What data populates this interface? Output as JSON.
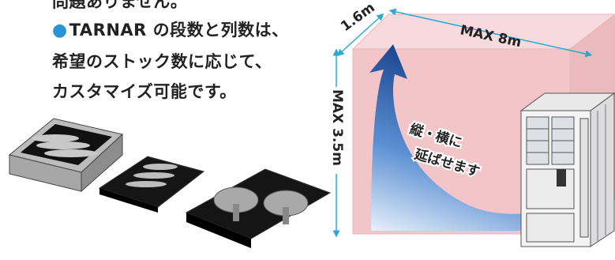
{
  "text": {
    "line0": "問題ありません。",
    "line1_bullet": "●",
    "line1": "TARNAR の段数と列数は、",
    "line2": "希望のストック数に応じて、",
    "line3": "カスタマイズ可能です。"
  },
  "dimensions": {
    "depth": "1.6m",
    "width": "MAX 8m",
    "height": "MAX 3.5m"
  },
  "arrow_text": {
    "line1": "縦・横に",
    "line2": "延ばせます"
  },
  "colors": {
    "accent": "#2a92d6",
    "wall": "#f2c6c9",
    "arrow": "#1f5fa8"
  }
}
